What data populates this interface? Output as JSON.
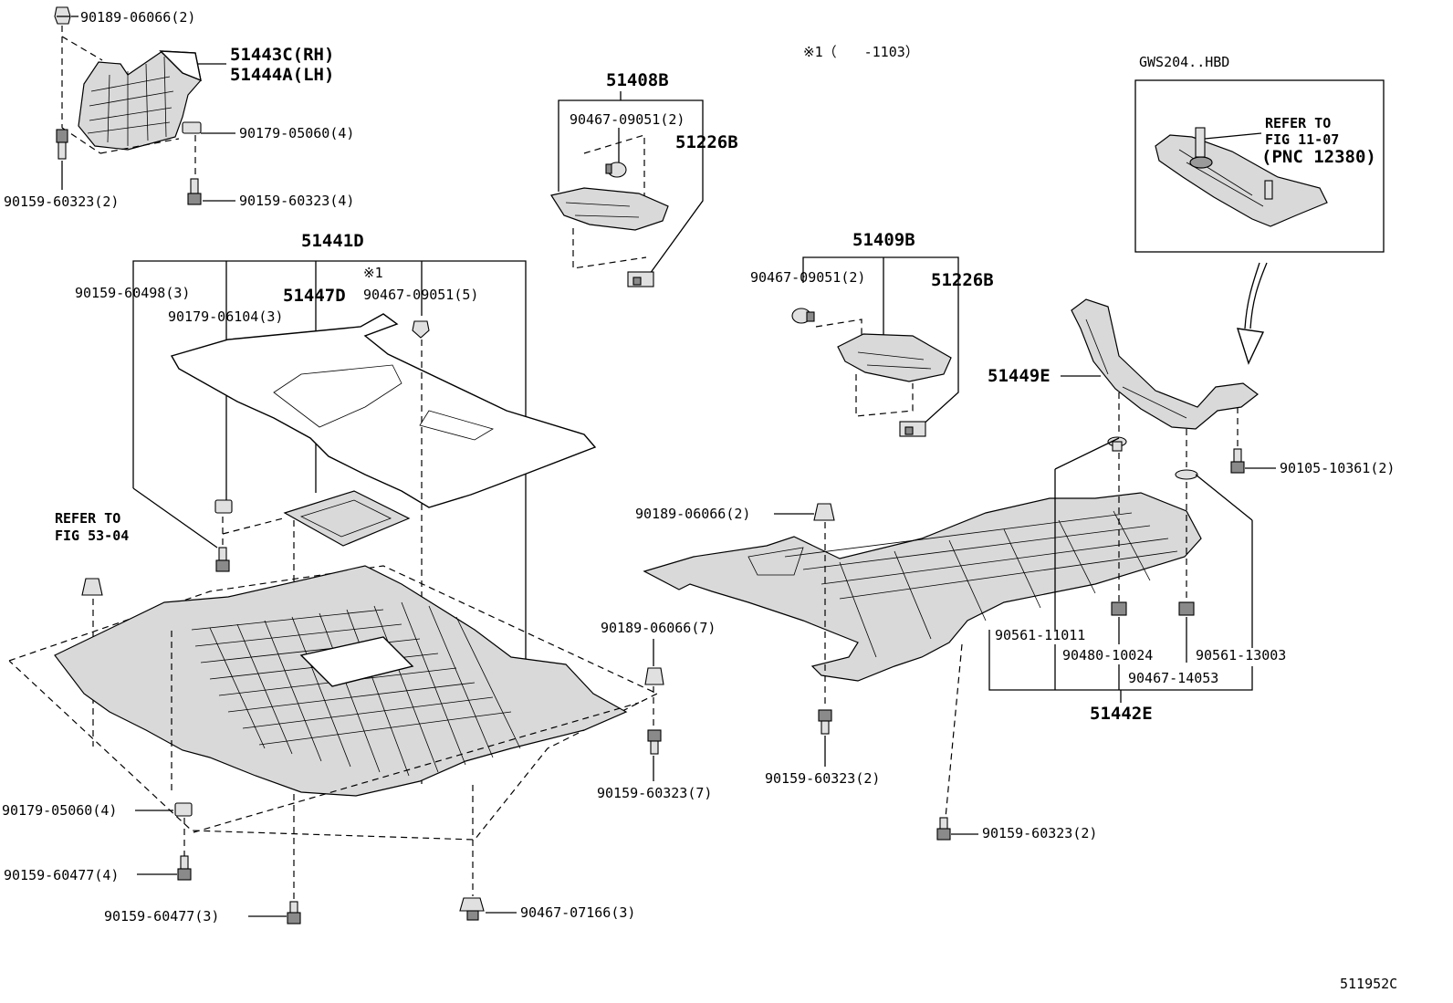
{
  "note_mark": "※1（　　-1103）",
  "engine_ref_box": {
    "code": "GWS204..HBD",
    "refer_line1": "REFER TO",
    "refer_line2": "FIG 11-07",
    "refer_line3": "(PNC 12380)"
  },
  "left_refer": {
    "line1": "REFER TO",
    "line2": "FIG 53-04"
  },
  "part_labels": {
    "p51443c": "51443C(RH)",
    "p51444a": "51444A(LH)",
    "p51408b": "51408B",
    "p51226b_a": "51226B",
    "p51409b": "51409B",
    "p51226b_b": "51226B",
    "p51441d": "51441D",
    "p51447d": "51447D",
    "p51449e": "51449E",
    "p51442e": "51442E",
    "star1": "※1"
  },
  "fastener_labels": {
    "f_90189_06066_2_top": "90189-06066(2)",
    "f_90179_05060_4_top": "90179-05060(4)",
    "f_90159_60323_2_left": "90159-60323(2)",
    "f_90159_60323_4": "90159-60323(4)",
    "f_90467_09051_2_a": "90467-09051(2)",
    "f_90467_09051_2_b": "90467-09051(2)",
    "f_90159_60498_3": "90159-60498(3)",
    "f_90179_06104_3": "90179-06104(3)",
    "f_90467_09051_5": "90467-09051(5)",
    "f_90105_10361_2": "90105-10361(2)",
    "f_90189_06066_2_mid": "90189-06066(2)",
    "f_90189_06066_7": "90189-06066(7)",
    "f_90561_11011": "90561-11011",
    "f_90480_10024": "90480-10024",
    "f_90561_13003": "90561-13003",
    "f_90467_14053": "90467-14053",
    "f_90159_60323_7": "90159-60323(7)",
    "f_90159_60323_2_mid": "90159-60323(2)",
    "f_90159_60323_2_low": "90159-60323(2)",
    "f_90179_05060_4_low": "90179-05060(4)",
    "f_90159_60477_4": "90159-60477(4)",
    "f_90159_60477_3": "90159-60477(3)",
    "f_90467_07166_3": "90467-07166(3)"
  },
  "figure_id": "511952C"
}
